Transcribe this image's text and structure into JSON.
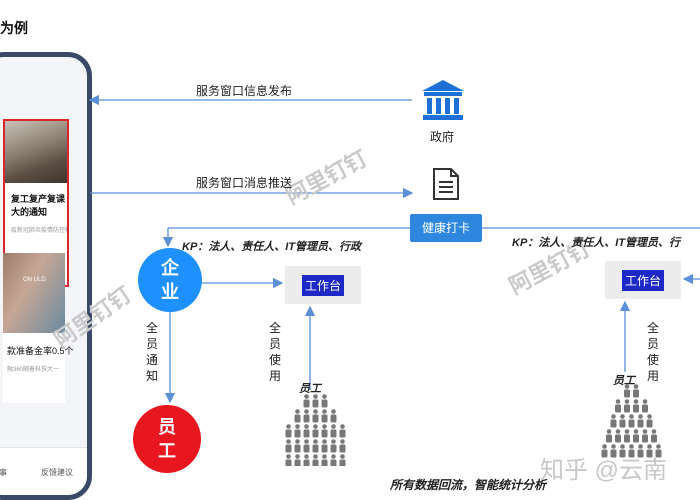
{
  "title_fragment": "为例",
  "phone": {
    "chevron": "‹",
    "card1_title": "复工复产复课大的通知",
    "card1_sub": "疫新冠肺炎疫情防控和",
    "card2_tag": "ON ULD",
    "card2_title": "款准备金率0.5个",
    "card2_sub": "融360随着科技大一",
    "bottom_left": "事",
    "bottom_right": "反馈建议"
  },
  "arrows": {
    "release_label": "服务窗口信息发布",
    "push_label": "服务窗口消息推送"
  },
  "government": {
    "label": "政府",
    "icon": "government-building-icon"
  },
  "document_icon": "document-icon",
  "health_checkin": "健康打卡",
  "kp_left": "KP：法人、责任人、IT管理员、行政",
  "kp_right": "KP：法人、责任人、IT管理员、行",
  "enterprise": {
    "line1": "企",
    "line2": "业"
  },
  "employee": {
    "line1": "员",
    "line2": "工"
  },
  "workbench": "工作台",
  "all_notify": "全员通知",
  "all_use": "全员使用",
  "staff_label": "员工",
  "watermark": "阿里钉钉",
  "footer_note": "所有数据回流，智能统计分析",
  "zhihu_mark": "知乎 @云南",
  "colors": {
    "blue": "#1e90ff",
    "red": "#e8171f",
    "arrow": "#5b8fd6",
    "workbench_fill": "#1d28c7",
    "people": "#777777"
  }
}
